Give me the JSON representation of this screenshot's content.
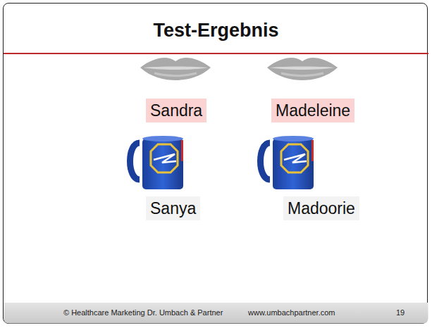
{
  "diagram": {
    "title": "Test-Ergebnis",
    "nodes": [
      {
        "text": [
          "Sandra"
        ]
      },
      {
        "text": [
          "Madeleine"
        ]
      },
      {
        "text": [
          "Sanya"
        ]
      },
      {
        "text": [
          "Madoorie"
        ]
      },
      {
        "text": [
          "© Healthcare Marketing Dr. Umbach & Partner",
          "www.umbachpartner.com",
          "19"
        ]
      }
    ]
  }
}
